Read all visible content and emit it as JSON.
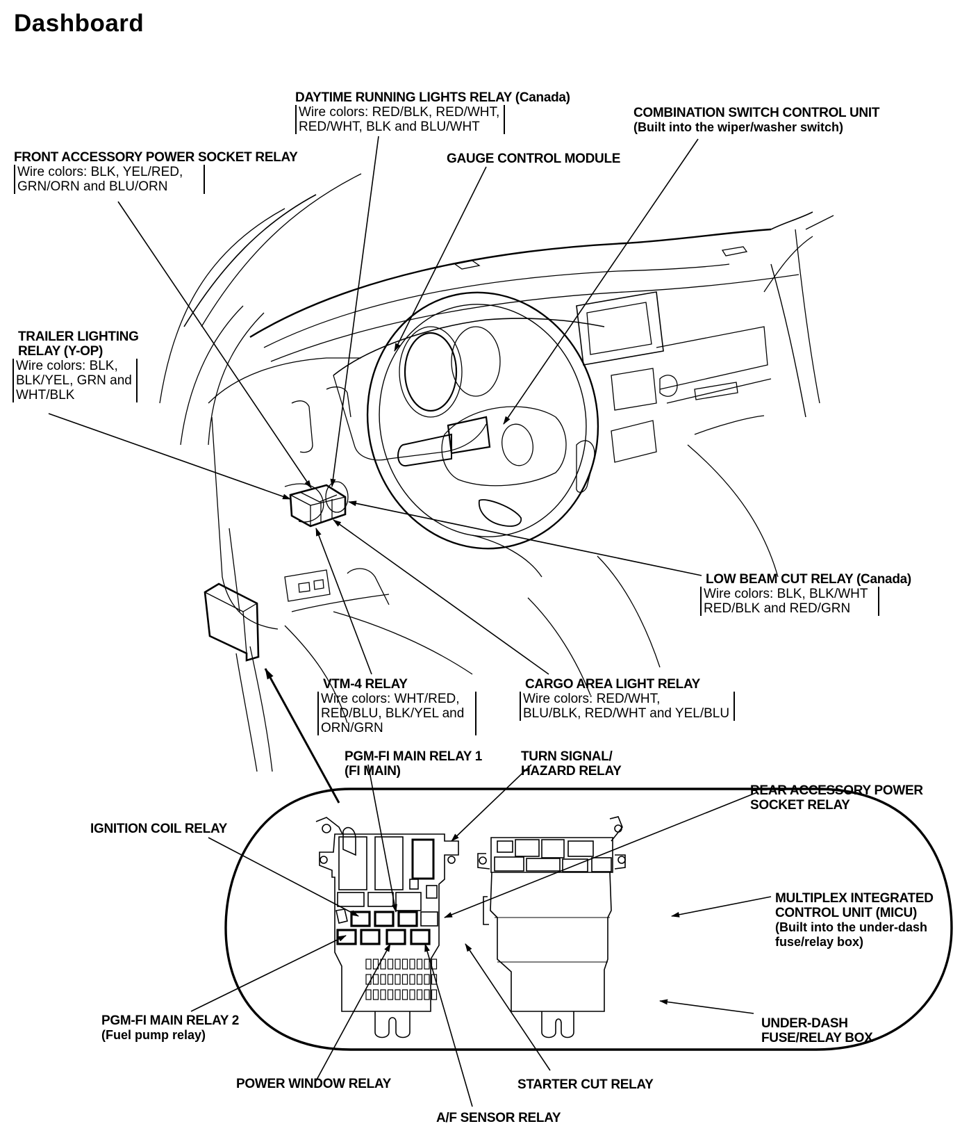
{
  "page": {
    "title": "Dashboard"
  },
  "callouts": {
    "drl_relay": {
      "title": "DAYTIME RUNNING LIGHTS RELAY (Canada)",
      "wire1": "Wire colors: RED/BLK, RED/WHT,",
      "wire2": "RED/WHT, BLK and BLU/WHT"
    },
    "combination_switch": {
      "title": "COMBINATION SWITCH CONTROL UNIT",
      "sub": "(Built into the wiper/washer switch)"
    },
    "front_accessory_relay": {
      "title": "FRONT ACCESSORY POWER SOCKET RELAY",
      "wire1": "Wire colors: BLK, YEL/RED,",
      "wire2": "GRN/ORN and BLU/ORN"
    },
    "gauge_control_module": {
      "title": "GAUGE CONTROL MODULE"
    },
    "trailer_lighting_relay": {
      "title1": "TRAILER LIGHTING",
      "title2": "RELAY (Y-OP)",
      "wire1": "Wire colors: BLK,",
      "wire2": "BLK/YEL, GRN and",
      "wire3": "WHT/BLK"
    },
    "low_beam_cut_relay": {
      "title": "LOW BEAM CUT RELAY (Canada)",
      "wire1": "Wire colors: BLK, BLK/WHT",
      "wire2": "RED/BLK and RED/GRN"
    },
    "vtm4_relay": {
      "title": "VTM-4 RELAY",
      "wire1": "Wire colors: WHT/RED,",
      "wire2": "RED/BLU, BLK/YEL and",
      "wire3": "ORN/GRN"
    },
    "cargo_area_light_relay": {
      "title": "CARGO AREA LIGHT RELAY",
      "wire1": "Wire colors: RED/WHT,",
      "wire2": "BLU/BLK, RED/WHT and YEL/BLU"
    },
    "pgmfi_main_relay1": {
      "title1": "PGM-FI MAIN RELAY 1",
      "title2": "(FI MAIN)"
    },
    "turn_signal_relay": {
      "title1": "TURN SIGNAL/",
      "title2": "HAZARD RELAY"
    },
    "rear_accessory_relay": {
      "title1": "REAR ACCESSORY POWER",
      "title2": "SOCKET RELAY"
    },
    "ignition_coil_relay": {
      "title": "IGNITION COIL RELAY"
    },
    "micu": {
      "title1": "MULTIPLEX INTEGRATED",
      "title2": "CONTROL UNIT (MICU)",
      "sub1": "(Built into the under-dash",
      "sub2": "fuse/relay box)"
    },
    "pgmfi_main_relay2": {
      "title": "PGM-FI MAIN RELAY 2",
      "sub": "(Fuel pump relay)"
    },
    "under_dash_box": {
      "title1": "UNDER-DASH",
      "title2": "FUSE/RELAY BOX"
    },
    "power_window_relay": {
      "title": "POWER WINDOW RELAY"
    },
    "starter_cut_relay": {
      "title": "STARTER CUT RELAY"
    },
    "af_sensor_relay": {
      "title": "A/F SENSOR RELAY"
    }
  },
  "colors": {
    "ink": "#000000",
    "paper": "#ffffff"
  }
}
